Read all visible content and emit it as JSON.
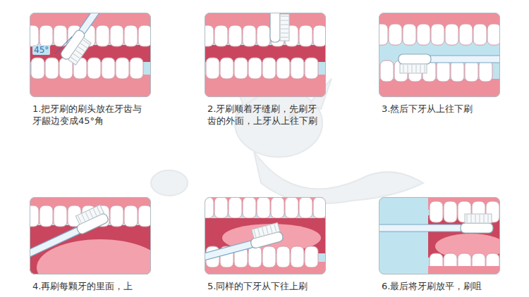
{
  "diagram": {
    "nodes": [
      {
        "text": [
          "1.把牙刷的刷头放在牙齿与牙龈边变成45°角"
        ]
      },
      {
        "text": [
          "2.牙刷顺着牙缝刷，先刷牙齿的外面，上牙从上往下刷"
        ]
      },
      {
        "text": [
          "3.然后下牙从上往下刷"
        ]
      },
      {
        "text": [
          "4.再刷每颗牙的里面，上"
        ]
      },
      {
        "text": [
          "5.同样的下牙从下往上刷"
        ]
      },
      {
        "text": [
          "6.最后将牙刷放平，刷咀"
        ]
      }
    ],
    "labels": [
      "45°"
    ]
  }
}
